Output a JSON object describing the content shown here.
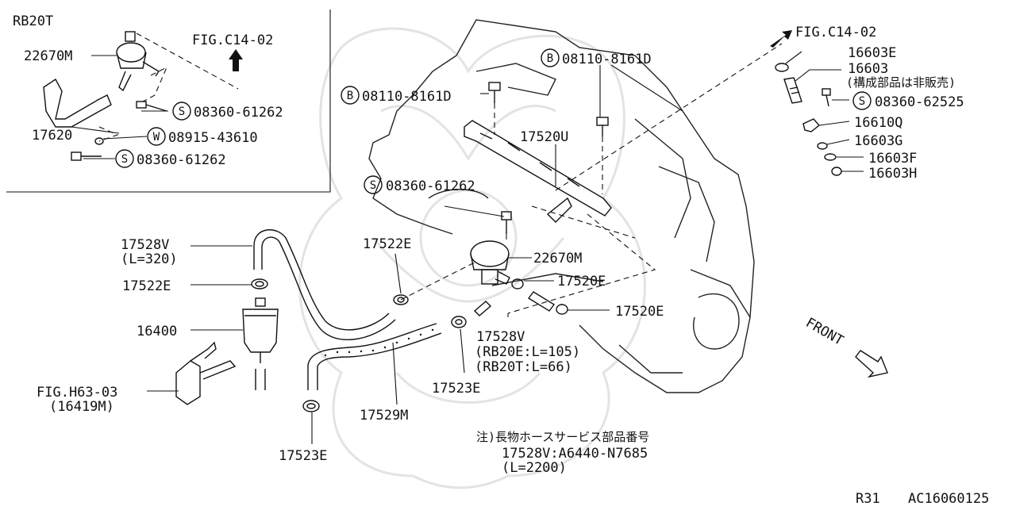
{
  "inset": {
    "variant": "RB20T",
    "fig_ref": "FIG.C14-02",
    "labels": [
      "22670M",
      "17620",
      "08360-61262",
      "08915-43610",
      "08360-61262"
    ],
    "symbols": [
      "S",
      "W",
      "S"
    ]
  },
  "main_labels": {
    "fig_ref_top": "FIG.C14-02",
    "bolt_left": "08110-8161D",
    "bolt_right": "08110-8161D",
    "b_symbol": "B",
    "s_symbol": "S",
    "gallery": "17520U",
    "screw_mid": "08360-61262",
    "clamp_upper": "17522E",
    "regulator": "22670M",
    "hose_short1": "17520E",
    "hose_short2": "17520E",
    "hose_v_top": "17528V",
    "hose_v_top_len": "(L=320)",
    "clamp_left": "17522E",
    "filter": "16400",
    "fig_h63": "FIG.H63-03",
    "fig_h63_part": "(16419M)",
    "hose_v_mid": "17528V",
    "hose_v_mid_len1": "(RB20E:L=105)",
    "hose_v_mid_len2": "(RB20T:L=66)",
    "clamp_bottom_mid": "17523E",
    "hose_long": "17529M",
    "clamp_bottom_left": "17523E",
    "note_line1": "注)長物ホースサービス部品番号",
    "note_line2": "17528V:A6440-N7685",
    "note_line3": "(L=2200)",
    "front": "FRONT"
  },
  "injector_labels": {
    "p1": "16603E",
    "p2": "16603",
    "p2_note": "(構成部品は非販売)",
    "p3": "08360-62525",
    "p4": "16610Q",
    "p5": "16603G",
    "p6": "16603F",
    "p7": "16603H",
    "symbol": "S"
  },
  "footer": {
    "page": "R31",
    "code": "AC16060125"
  }
}
